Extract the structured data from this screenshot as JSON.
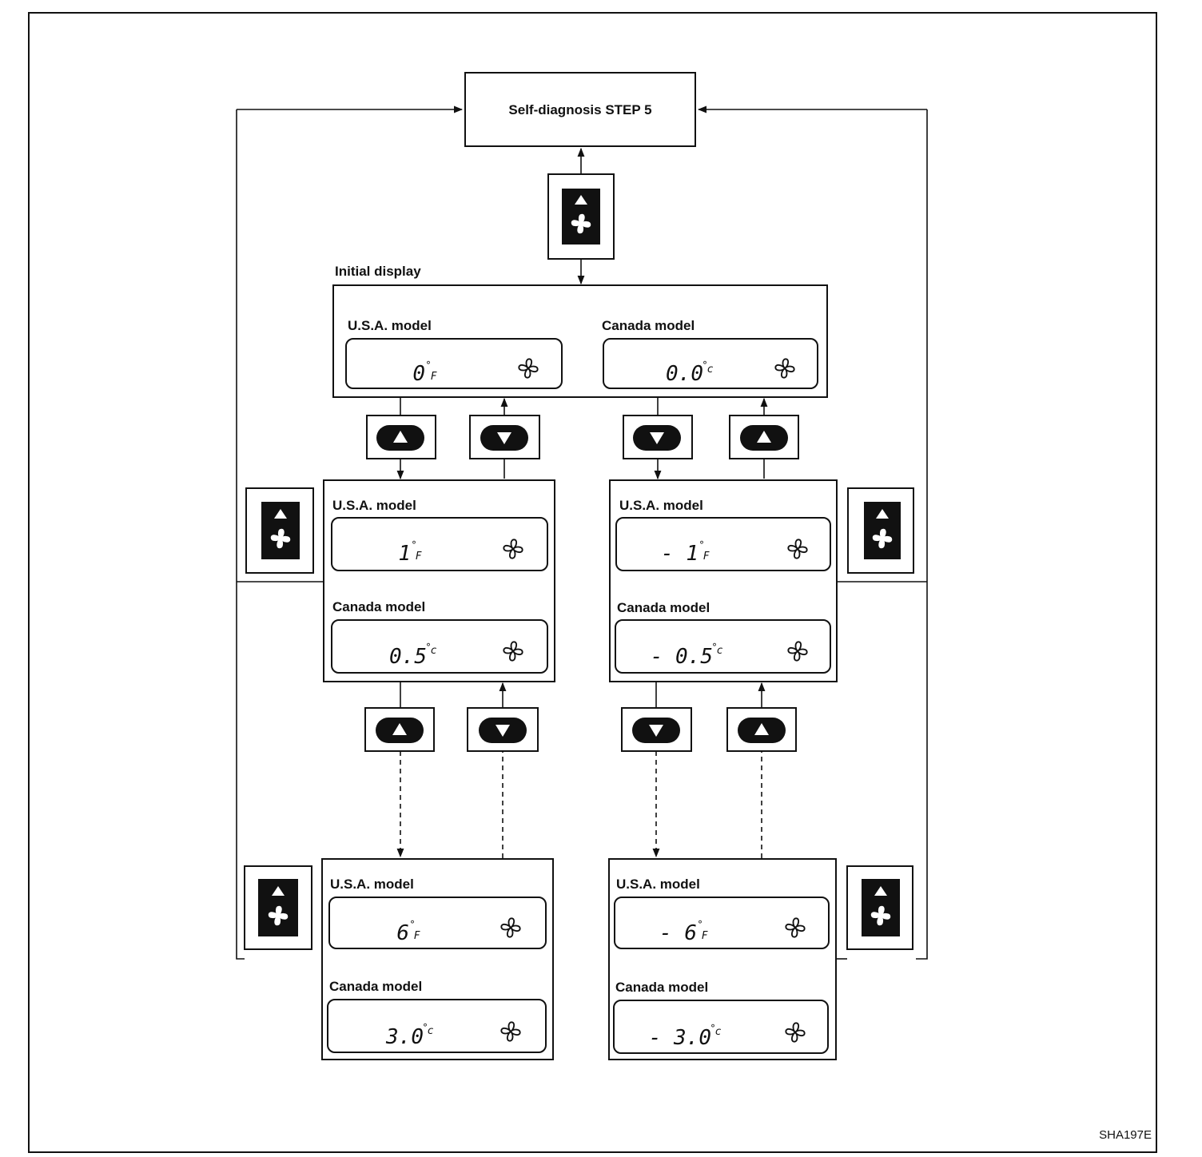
{
  "title_box": "Self-diagnosis STEP 5",
  "initial_display_label": "Initial display",
  "labels": {
    "usa": "U.S.A. model",
    "canada": "Canada model"
  },
  "initial": {
    "usa_value": "0",
    "usa_unit": "F",
    "canada_value": "0.0",
    "canada_unit": "c"
  },
  "step_pos": {
    "usa_value": "1",
    "usa_unit": "F",
    "canada_value": "0.5",
    "canada_unit": "c"
  },
  "step_neg": {
    "usa_value": "- 1",
    "usa_unit": "F",
    "canada_value": "- 0.5",
    "canada_unit": "c"
  },
  "max_pos": {
    "usa_value": "6",
    "usa_unit": "F",
    "canada_value": "3.0",
    "canada_unit": "c"
  },
  "max_neg": {
    "usa_value": "- 6",
    "usa_unit": "F",
    "canada_value": "- 3.0",
    "canada_unit": "c"
  },
  "degree_symbol": "°",
  "figure_code": "SHA197E",
  "icons": {
    "fan_up_button": "fan-up-button-icon",
    "temp_up_button": "temp-up-button-icon",
    "temp_down_button": "temp-down-button-icon",
    "fan_symbol": "fan-icon"
  }
}
